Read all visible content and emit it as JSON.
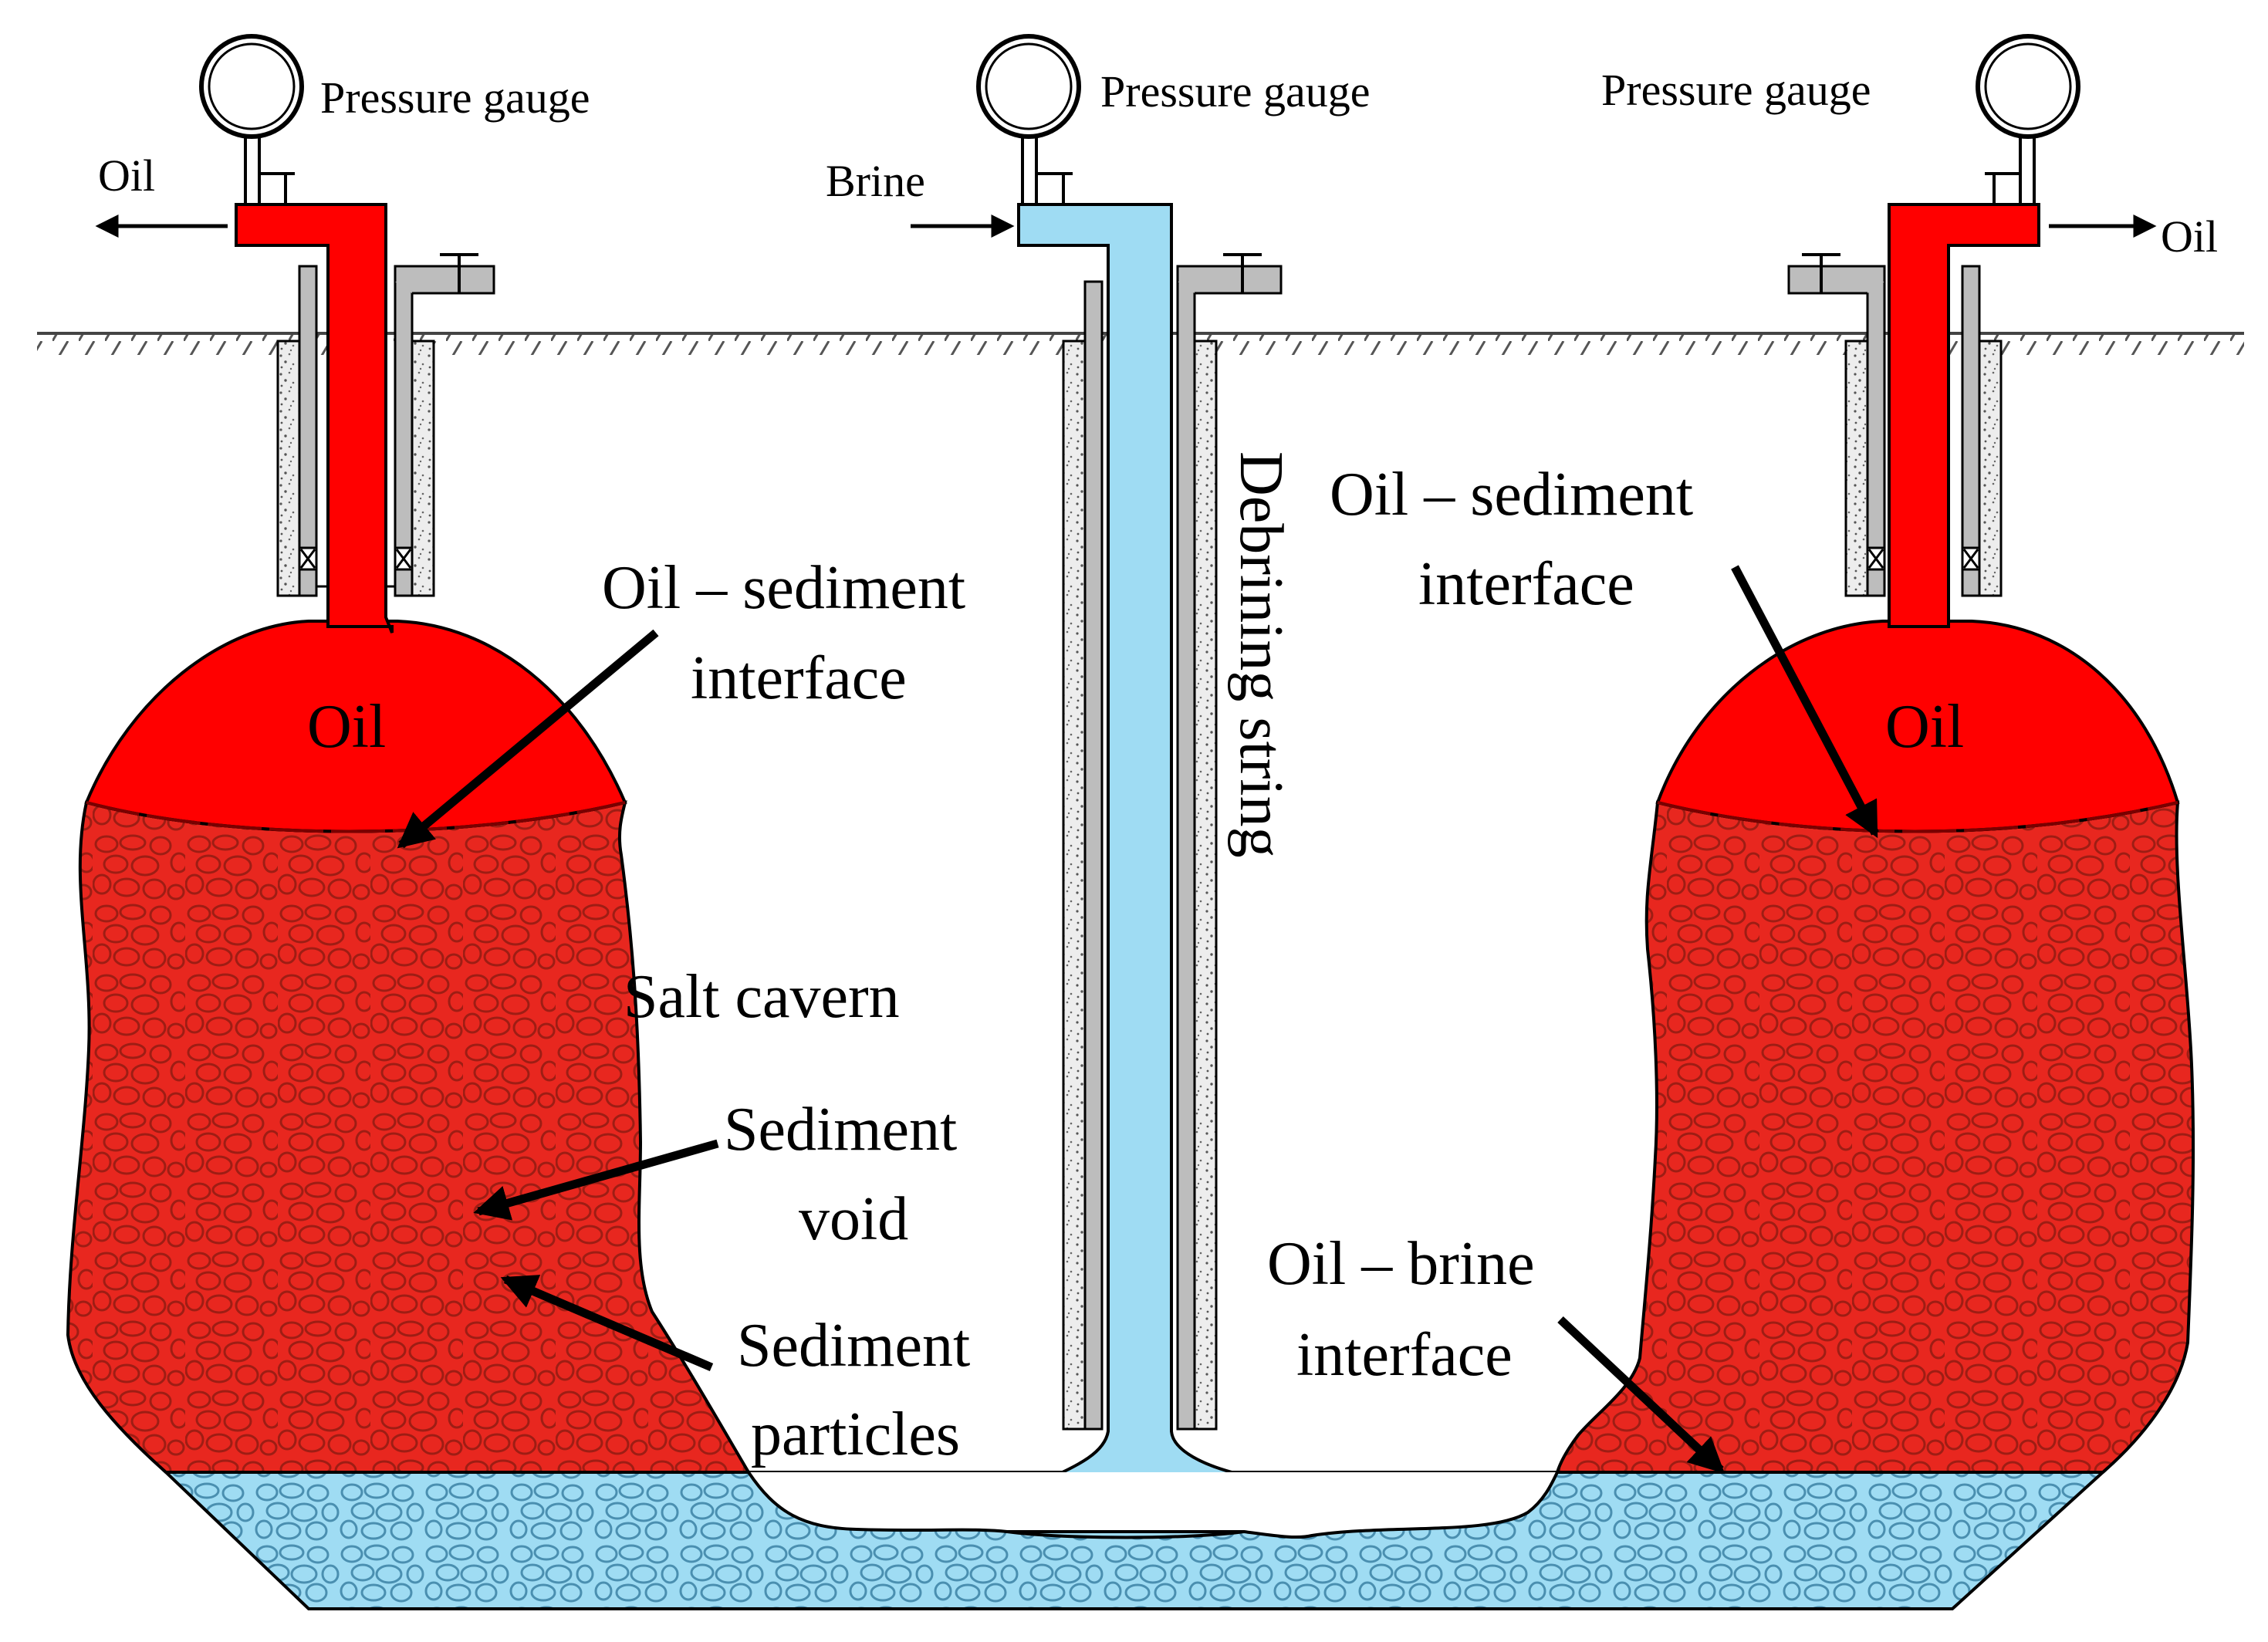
{
  "labels": {
    "pressure_gauge_left": "Pressure gauge",
    "pressure_gauge_center": "Pressure gauge",
    "pressure_gauge_right": "Pressure gauge",
    "oil_out_left": "Oil",
    "oil_out_right": "Oil",
    "brine_in": "Brine",
    "oil_left": "Oil",
    "oil_right": "Oil",
    "debrining_string": "Debrining string",
    "oil_sediment_left_1": "Oil – sediment",
    "oil_sediment_left_2": "interface",
    "oil_sediment_right_1": "Oil – sediment",
    "oil_sediment_right_2": "interface",
    "salt_cavern": "Salt cavern",
    "sediment_void_1": "Sediment",
    "sediment_void_2": "void",
    "sediment_particles_1": "Sediment",
    "sediment_particles_2": "particles",
    "oil_brine_1": "Oil – brine",
    "oil_brine_2": "interface"
  },
  "colors": {
    "oil": "#ff0000",
    "sediment_oil": "#e8271f",
    "brine": "#9fdcf3",
    "casing": "#bdbdbd",
    "cement": "#ececec",
    "outline": "#000000"
  }
}
